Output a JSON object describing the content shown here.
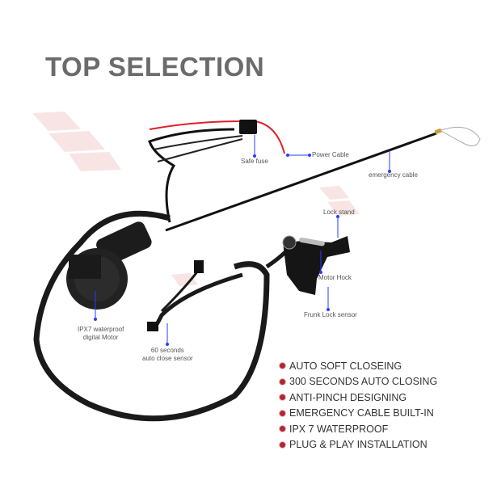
{
  "title": "TOP SELECTION",
  "labels": {
    "safe_fuse": "Safe fuse",
    "power_cable": "Power Cable",
    "emergency_cable": "emergency cable",
    "lock_stand": "Lock stand",
    "motor_hock": "Motor Hock",
    "frunk_lock_sensor": "Frunk Lock sensor",
    "motor_line1": "IPX7 waterproof",
    "motor_line2": "digital Motor",
    "sensor_line1": "60 seconds",
    "sensor_line2": "auto close sensor"
  },
  "features": [
    "AUTO SOFT CLOSEING",
    "300 SECONDS AUTO CLOSING",
    "ANTI-PINCH DESIGNING",
    "EMERGENCY CABLE BUILT-IN",
    "IPX 7 WATERPROOF",
    "PLUG & PLAY INSTALLATION"
  ],
  "colors": {
    "accent": "#b0272d",
    "pointer": "#2a3cff",
    "title": "#6b6b6b"
  }
}
